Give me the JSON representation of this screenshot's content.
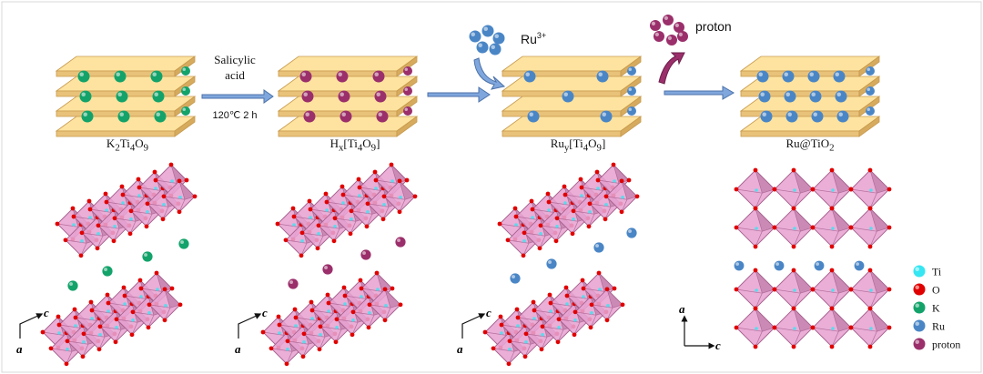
{
  "process": {
    "arrow1_line1": "Salicylic",
    "arrow1_line2": "acid",
    "arrow1_condition": "120℃ 2 h",
    "reagent_label": "Ru",
    "reagent_charge": "3+",
    "product_label": "proton"
  },
  "stages": {
    "stage1_html": "K<sub>2</sub>Ti<sub>4</sub>O<sub>9</sub>",
    "stage2_html": "H<sub>x</sub>[Ti<sub>4</sub>O<sub>9</sub>]",
    "stage3_html": "Ru<sub>y</sub>[Ti<sub>4</sub>O<sub>9</sub>]",
    "stage4_html": "Ru@TiO<sub>2</sub>"
  },
  "axes": {
    "c": "c",
    "a": "a"
  },
  "legend": [
    {
      "label": "Ti",
      "color": "#36e6f2"
    },
    {
      "label": "O",
      "color": "#e00000"
    },
    {
      "label": "K",
      "color": "#13a36a"
    },
    {
      "label": "Ru",
      "color": "#4a86c6"
    },
    {
      "label": "proton",
      "color": "#9b2f6b"
    }
  ],
  "colors": {
    "slab_top": "#fde39f",
    "slab_side": "#e9c27a",
    "octahedron": "#e7a3d2",
    "octahedron_dark": "#a65f8d",
    "arrow_blue": "#7fa6dd",
    "arrow_purple": "#9b2f6b",
    "k": "#13a36a",
    "proton": "#9b2f6b",
    "ru": "#4a86c6",
    "oxygen": "#e00000",
    "titanium": "#36e6f2"
  }
}
